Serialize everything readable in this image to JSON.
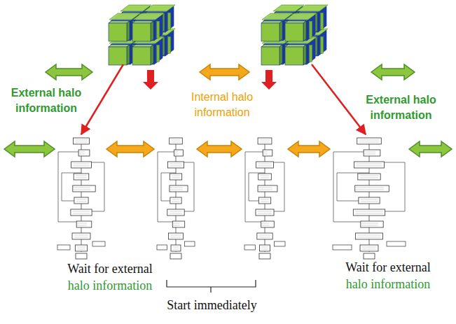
{
  "diagram": {
    "labels": [
      "External halo information",
      "Internal halo information",
      "External halo information",
      "Wait for external",
      "halo information",
      "Start immediately",
      "Wait for external",
      "halo information"
    ]
  }
}
